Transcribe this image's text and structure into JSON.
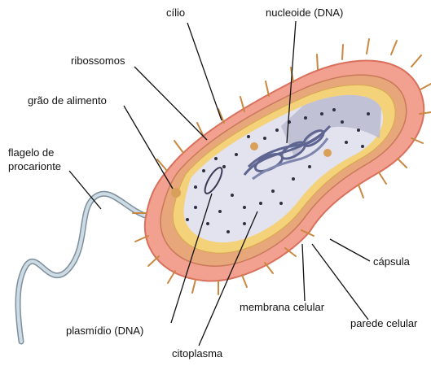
{
  "diagram": {
    "labels": {
      "cilio": "cílio",
      "nucleoide": "nucleoide (DNA)",
      "ribossomos": "ribossomos",
      "grao": "grão de alimento",
      "flagelo_l1": "flagelo de",
      "flagelo_l2": "procarionte",
      "capsula": "cápsula",
      "membrana": "membrana celular",
      "parede": "parede celular",
      "plasmidio": "plasmídio (DNA)",
      "citoplasma": "citoplasma"
    },
    "colors": {
      "capsule": "#f2a08f",
      "capsule_edge": "#d9705c",
      "wall": "#e8a77a",
      "membrane": "#f4d27a",
      "cytoplasm": "#e3e3f0",
      "inner_wall": "#b8b8cf",
      "nucleoid": "#7f86ad",
      "ribosome": "#2f2f3f",
      "food_granule": "#d9a05a",
      "flagellum": "#b7c7d3",
      "cilia": "#c9883f",
      "leader": "#111111"
    }
  }
}
